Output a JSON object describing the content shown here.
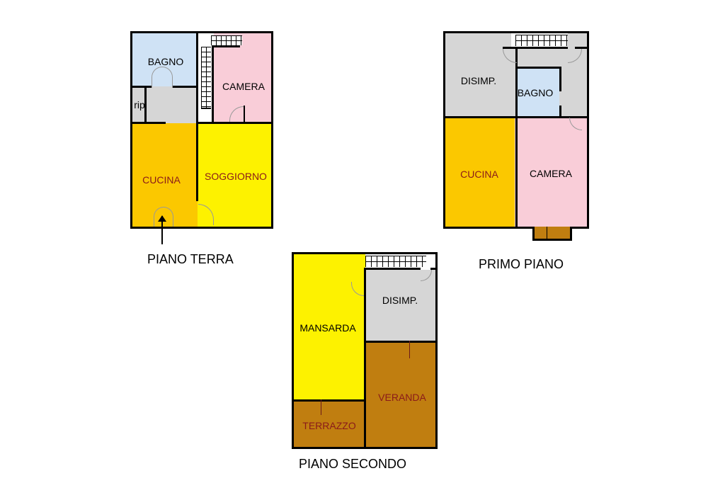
{
  "colors": {
    "bagno": "#cfe2f5",
    "camera": "#f9cdd8",
    "disimp": "#d6d6d6",
    "cucina": "#fbc800",
    "soggiorno": "#fdf200",
    "mansarda": "#fdf200",
    "veranda": "#c07e10",
    "terrazzo": "#c07e10",
    "wall": "#000000"
  },
  "floors": [
    {
      "title": "PIANO TERRA",
      "rooms": [
        {
          "name": "BAGNO"
        },
        {
          "name": "CAMERA"
        },
        {
          "name": "rip"
        },
        {
          "name": "CUCINA"
        },
        {
          "name": "SOGGIORNO"
        }
      ]
    },
    {
      "title": "PRIMO PIANO",
      "rooms": [
        {
          "name": "DISIMP."
        },
        {
          "name": "BAGNO"
        },
        {
          "name": "CUCINA"
        },
        {
          "name": "CAMERA"
        }
      ]
    },
    {
      "title": "PIANO SECONDO",
      "rooms": [
        {
          "name": "MANSARDA"
        },
        {
          "name": "DISIMP."
        },
        {
          "name": "VERANDA"
        },
        {
          "name": "TERRAZZO"
        }
      ]
    }
  ]
}
